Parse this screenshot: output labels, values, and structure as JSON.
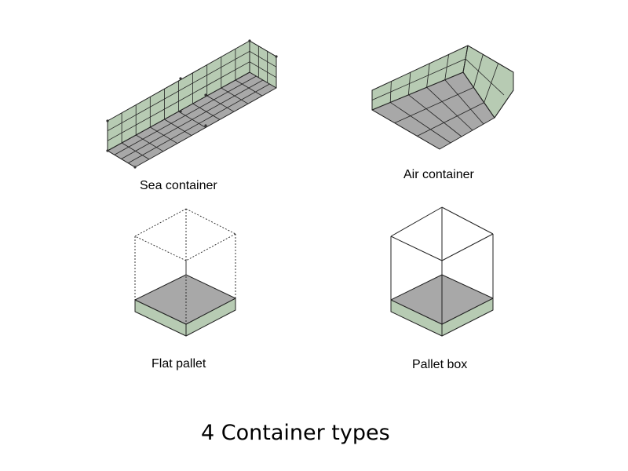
{
  "colors": {
    "wall": "#b7cbb3",
    "floor": "#a8a8a8",
    "line": "#222222"
  },
  "containers": [
    {
      "id": "sea",
      "label": "Sea container",
      "icon": "sea-container-icon"
    },
    {
      "id": "air",
      "label": "Air container",
      "icon": "air-container-icon"
    },
    {
      "id": "flat",
      "label": "Flat pallet",
      "icon": "flat-pallet-icon"
    },
    {
      "id": "box",
      "label": "Pallet box",
      "icon": "pallet-box-icon"
    }
  ],
  "title": "4 Container types"
}
